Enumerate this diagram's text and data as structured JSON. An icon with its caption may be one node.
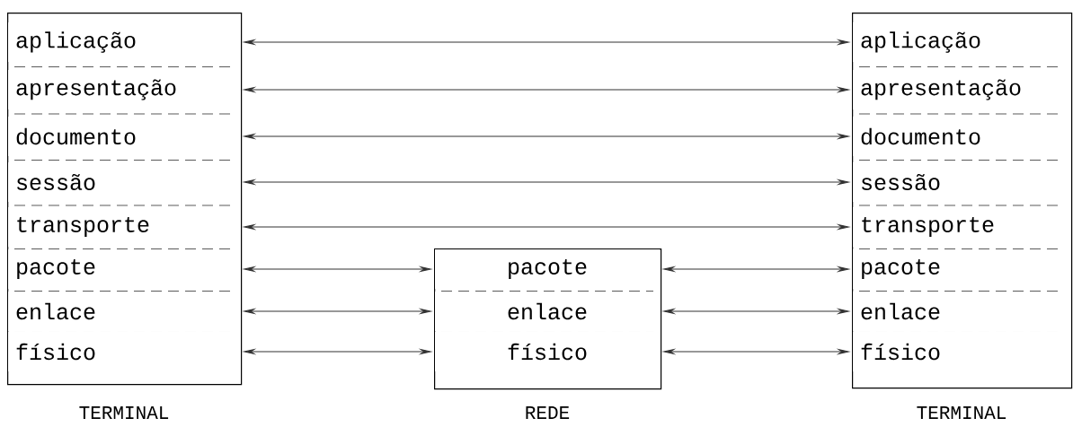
{
  "diagram": {
    "nodes": [
      {
        "text": [
          "TERMINAL"
        ]
      },
      {
        "text": [
          "aplicação"
        ],
        "in": 0
      },
      {
        "text": [
          "apresentação"
        ],
        "in": 0
      },
      {
        "text": [
          "documento"
        ],
        "in": 0
      },
      {
        "text": [
          "sessão"
        ],
        "in": 0
      },
      {
        "text": [
          "transporte"
        ],
        "in": 0
      },
      {
        "text": [
          "pacote"
        ],
        "in": 0
      },
      {
        "text": [
          "enlace"
        ],
        "in": 0
      },
      {
        "text": [
          "físico"
        ],
        "in": 0
      },
      {
        "text": [
          "REDE"
        ]
      },
      {
        "text": [
          "pacote"
        ],
        "in": 9
      },
      {
        "text": [
          "enlace"
        ],
        "in": 9
      },
      {
        "text": [
          "físico"
        ],
        "in": 9
      },
      {
        "text": [
          "TERMINAL"
        ]
      },
      {
        "text": [
          "aplicação"
        ],
        "in": 13
      },
      {
        "text": [
          "apresentação"
        ],
        "in": 13
      },
      {
        "text": [
          "documento"
        ],
        "in": 13
      },
      {
        "text": [
          "sessão"
        ],
        "in": 13
      },
      {
        "text": [
          "transporte"
        ],
        "in": 13
      },
      {
        "text": [
          "pacote"
        ],
        "in": 13
      },
      {
        "text": [
          "enlace"
        ],
        "in": 13
      },
      {
        "text": [
          "físico"
        ],
        "in": 13
      }
    ],
    "edges": [
      {
        "from": 1,
        "to": 14,
        "arrow": "both"
      },
      {
        "from": 2,
        "to": 15,
        "arrow": "both"
      },
      {
        "from": 3,
        "to": 16,
        "arrow": "both"
      },
      {
        "from": 4,
        "to": 17,
        "arrow": "both"
      },
      {
        "from": 5,
        "to": 18,
        "arrow": "both"
      },
      {
        "from": 6,
        "to": 10,
        "arrow": "both"
      },
      {
        "from": 7,
        "to": 11,
        "arrow": "both"
      },
      {
        "from": 8,
        "to": 12,
        "arrow": "both"
      },
      {
        "from": 10,
        "to": 19,
        "arrow": "both"
      },
      {
        "from": 11,
        "to": 20,
        "arrow": "both"
      },
      {
        "from": 12,
        "to": 21,
        "arrow": "both"
      }
    ]
  }
}
